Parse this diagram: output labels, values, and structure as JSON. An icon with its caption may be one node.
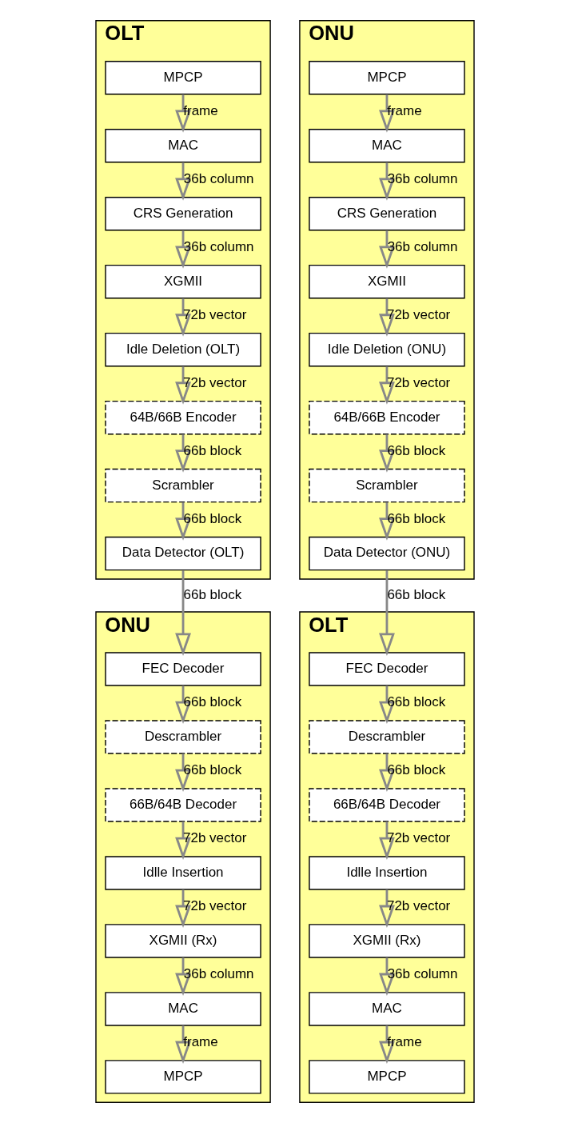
{
  "diagram": {
    "nodes": [
      {
        "text": [
          "OLT"
        ]
      },
      {
        "text": [
          "MPCP"
        ],
        "in": 0
      },
      {
        "text": [
          "MAC"
        ],
        "in": 0
      },
      {
        "text": [
          "CRS Generation"
        ],
        "in": 0
      },
      {
        "text": [
          "XGMII"
        ],
        "in": 0
      },
      {
        "text": [
          "Idle Deletion (OLT)"
        ],
        "in": 0
      },
      {
        "text": [
          "64B/66B Encoder"
        ],
        "in": 0
      },
      {
        "text": [
          "Scrambler"
        ],
        "in": 0
      },
      {
        "text": [
          "Data Detector (OLT)"
        ],
        "in": 0
      },
      {
        "text": [
          "ONU"
        ]
      },
      {
        "text": [
          "MPCP"
        ],
        "in": 9
      },
      {
        "text": [
          "MAC"
        ],
        "in": 9
      },
      {
        "text": [
          "CRS Generation"
        ],
        "in": 9
      },
      {
        "text": [
          "XGMII"
        ],
        "in": 9
      },
      {
        "text": [
          "Idle Deletion (ONU)"
        ],
        "in": 9
      },
      {
        "text": [
          "64B/66B Encoder"
        ],
        "in": 9
      },
      {
        "text": [
          "Scrambler"
        ],
        "in": 9
      },
      {
        "text": [
          "Data Detector (ONU)"
        ],
        "in": 9
      },
      {
        "text": [
          "ONU"
        ]
      },
      {
        "text": [
          "FEC Decoder"
        ],
        "in": 18
      },
      {
        "text": [
          "Descrambler"
        ],
        "in": 18
      },
      {
        "text": [
          "66B/64B Decoder"
        ],
        "in": 18
      },
      {
        "text": [
          "Idlle Insertion"
        ],
        "in": 18
      },
      {
        "text": [
          "XGMII (Rx)"
        ],
        "in": 18
      },
      {
        "text": [
          "MAC"
        ],
        "in": 18
      },
      {
        "text": [
          "MPCP"
        ],
        "in": 18
      },
      {
        "text": [
          "OLT"
        ]
      },
      {
        "text": [
          "FEC Decoder"
        ],
        "in": 26
      },
      {
        "text": [
          "Descrambler"
        ],
        "in": 26
      },
      {
        "text": [
          "66B/64B Decoder"
        ],
        "in": 26
      },
      {
        "text": [
          "Idlle Insertion"
        ],
        "in": 26
      },
      {
        "text": [
          "XGMII (Rx)"
        ],
        "in": 26
      },
      {
        "text": [
          "MAC"
        ],
        "in": 26
      },
      {
        "text": [
          "MPCP"
        ],
        "in": 26
      }
    ],
    "edges": [
      {
        "from": 1,
        "to": 2,
        "arrow": "to",
        "label": "frame"
      },
      {
        "from": 2,
        "to": 3,
        "arrow": "to",
        "label": "36b column"
      },
      {
        "from": 3,
        "to": 4,
        "arrow": "to",
        "label": "36b column"
      },
      {
        "from": 4,
        "to": 5,
        "arrow": "to",
        "label": "72b vector"
      },
      {
        "from": 5,
        "to": 6,
        "arrow": "to",
        "label": "72b vector"
      },
      {
        "from": 6,
        "to": 7,
        "arrow": "to",
        "label": "66b block"
      },
      {
        "from": 7,
        "to": 8,
        "arrow": "to",
        "label": "66b block"
      },
      {
        "from": 8,
        "to": 19,
        "arrow": "to",
        "label": "66b block"
      },
      {
        "from": 10,
        "to": 11,
        "arrow": "to",
        "label": "frame"
      },
      {
        "from": 11,
        "to": 12,
        "arrow": "to",
        "label": "36b column"
      },
      {
        "from": 12,
        "to": 13,
        "arrow": "to",
        "label": "36b column"
      },
      {
        "from": 13,
        "to": 14,
        "arrow": "to",
        "label": "72b vector"
      },
      {
        "from": 14,
        "to": 15,
        "arrow": "to",
        "label": "72b vector"
      },
      {
        "from": 15,
        "to": 16,
        "arrow": "to",
        "label": "66b block"
      },
      {
        "from": 16,
        "to": 17,
        "arrow": "to",
        "label": "66b block"
      },
      {
        "from": 17,
        "to": 27,
        "arrow": "to",
        "label": "66b block"
      },
      {
        "from": 19,
        "to": 20,
        "arrow": "to",
        "label": "66b block"
      },
      {
        "from": 20,
        "to": 21,
        "arrow": "to",
        "label": "66b block"
      },
      {
        "from": 21,
        "to": 22,
        "arrow": "to",
        "label": "72b vector"
      },
      {
        "from": 22,
        "to": 23,
        "arrow": "to",
        "label": "72b vector"
      },
      {
        "from": 23,
        "to": 24,
        "arrow": "to",
        "label": "36b column"
      },
      {
        "from": 24,
        "to": 25,
        "arrow": "to",
        "label": "frame"
      },
      {
        "from": 27,
        "to": 28,
        "arrow": "to",
        "label": "66b block"
      },
      {
        "from": 28,
        "to": 29,
        "arrow": "to",
        "label": "66b block"
      },
      {
        "from": 29,
        "to": 30,
        "arrow": "to",
        "label": "72b vector"
      },
      {
        "from": 30,
        "to": 31,
        "arrow": "to",
        "label": "72b vector"
      },
      {
        "from": 31,
        "to": 32,
        "arrow": "to",
        "label": "36b column"
      },
      {
        "from": 32,
        "to": 33,
        "arrow": "to",
        "label": "frame"
      }
    ]
  }
}
